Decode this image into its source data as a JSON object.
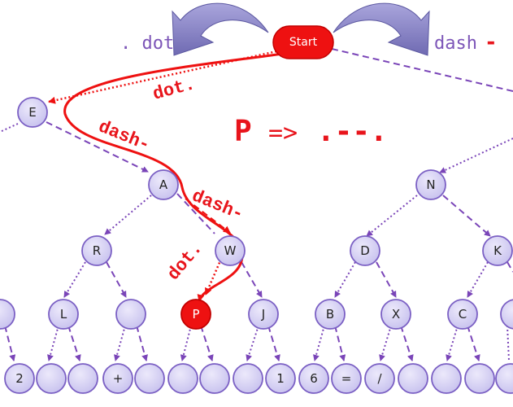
{
  "legend": {
    "dot_label": ". dot",
    "dash_label": "dash",
    "dash_symbol": "-"
  },
  "start": {
    "label": "Start"
  },
  "formula": {
    "letter": "P",
    "arrow": "=>",
    "code": ".--."
  },
  "path_labels": [
    "dot.",
    "dash-",
    "dash-",
    "dot."
  ],
  "nodes": {
    "E": "E",
    "A": "A",
    "N": "N",
    "R": "R",
    "W": "W",
    "D": "D",
    "K": "K",
    "L": "L",
    "P": "P",
    "J": "J",
    "B": "B",
    "X": "X",
    "C": "C",
    "n2": "2",
    "nplus": "+",
    "n1": "1",
    "n6": "6",
    "neq": "=",
    "nslash": "/"
  },
  "colors": {
    "node_fill": "#d2cdf2",
    "node_stroke": "#7b60c4",
    "edge": "#7a45b8",
    "highlight": "#ee1111",
    "legend_text": "#7d56b8",
    "arrow_fill": "#8d88c9"
  }
}
